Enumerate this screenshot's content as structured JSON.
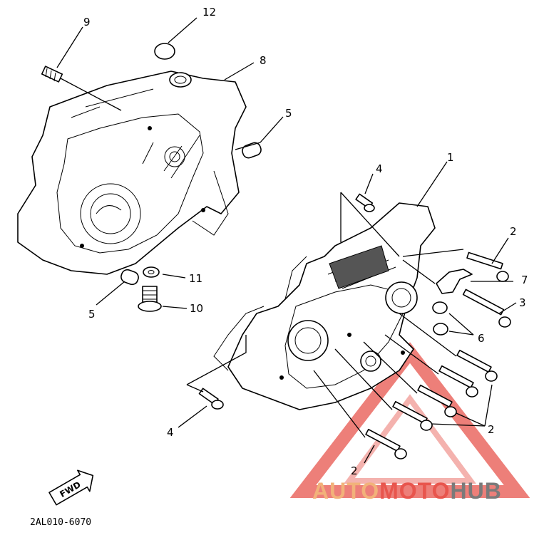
{
  "callouts": [
    {
      "id": "c12",
      "text": "12"
    },
    {
      "id": "c9",
      "text": "9"
    },
    {
      "id": "c8",
      "text": "8"
    },
    {
      "id": "c5a",
      "text": "5"
    },
    {
      "id": "c5b",
      "text": "5"
    },
    {
      "id": "c11",
      "text": "11"
    },
    {
      "id": "c10",
      "text": "10"
    },
    {
      "id": "c4a",
      "text": "4"
    },
    {
      "id": "c1",
      "text": "1"
    },
    {
      "id": "c2a",
      "text": "2"
    },
    {
      "id": "c7",
      "text": "7"
    },
    {
      "id": "c3",
      "text": "3"
    },
    {
      "id": "c6",
      "text": "6"
    },
    {
      "id": "c2b",
      "text": "2"
    },
    {
      "id": "c4b",
      "text": "4"
    },
    {
      "id": "c2c",
      "text": "2"
    }
  ],
  "fwd_label": "FWD",
  "diagram_code": "2AL010-6070",
  "watermark": {
    "part1": "AUTO",
    "part2": "MOTO",
    "part3": "HUB",
    "color1": "#f2b27a",
    "color2": "#e8554d",
    "color3": "#7a7a7a"
  }
}
